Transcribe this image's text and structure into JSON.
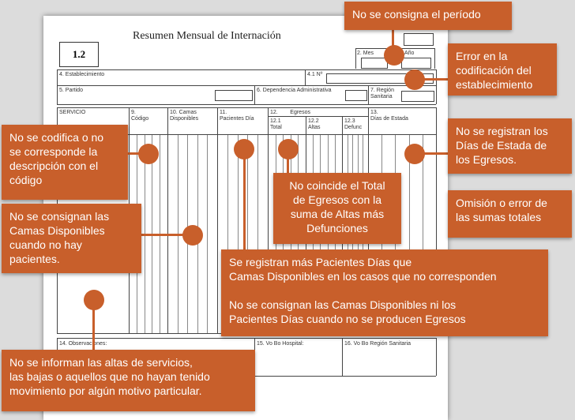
{
  "form": {
    "title": "Resumen Mensual de Internación",
    "form_number": "1.2",
    "fields": {
      "mes": "2. Mes",
      "anio": "Año",
      "establecimiento": "4. Establecimiento",
      "nro": "4.1 Nº",
      "partido": "5. Partido",
      "dependencia": "6. Dependencia Administrativa",
      "region": "7. Región\nSanitaria"
    },
    "columns": {
      "servicio": "SERVICIO",
      "codigo": "9.\nCódigo",
      "camas": "10. Camas\nDisponibles",
      "pacientes": "11.\nPacientes Día",
      "egresos": "12.        Egresos",
      "total": "12.1\nTotal",
      "altas": "12.2\nAltas",
      "defunc": "12.3\nDefunc",
      "dias_estada": "13.\nDías de Estada"
    },
    "footer": {
      "observaciones": "14. Observaciones:",
      "vobo_hospital": "15. Vo Bo Hospital:",
      "vobo_region": "16. Vo Bo Región Sanitaria"
    }
  },
  "callouts": {
    "periodo": "No se consigna el período",
    "codificacion": "Error en la\ncodificación del\nestablecimiento",
    "codigo": "No se codifica o no\nse corresponde la\ndescripción con el\ncódigo",
    "dias_estada": "No se registran los\nDías de Estada de\nlos Egresos.",
    "total_egresos": "No coincide el Total\nde Egresos con la\nsuma de Altas más\nDefunciones",
    "sumas": "Omisión o error de\nlas sumas totales",
    "camas": "No se consignan las\nCamas Disponibles\ncuando no hay\npacientes.",
    "pacientes": "Se registran más Pacientes Días que\nCamas Disponibles en los casos que no corresponden\n\nNo se consignan las Camas Disponibles ni los\nPacientes Días cuando no se producen Egresos",
    "altas_servicios": "No se informan las altas de servicios,\nlas bajas o aquellos que no hayan tenido\nmovimiento por algún motivo particular."
  },
  "colors": {
    "accent": "#c85f2b",
    "background": "#dcdcdc",
    "paper": "#ffffff"
  }
}
